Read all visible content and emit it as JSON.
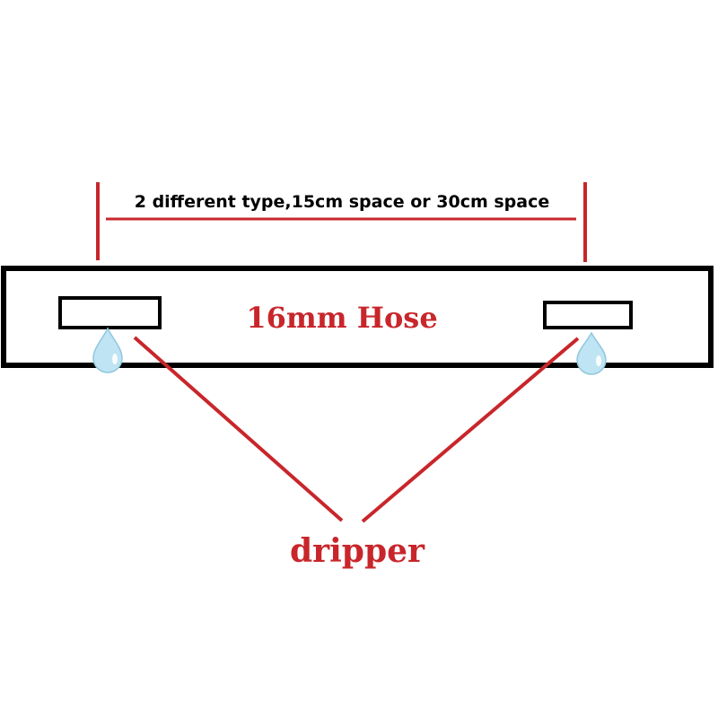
{
  "spacing_label": "2 different type,15cm space or 30cm space",
  "hose_label": "16mm Hose",
  "dripper_label": "dripper",
  "colors": {
    "outline": "#000000",
    "accent": "#c8262b",
    "droplet": "#bfe4f3",
    "droplet_highlight": "#ffffff",
    "background": "#ffffff"
  }
}
